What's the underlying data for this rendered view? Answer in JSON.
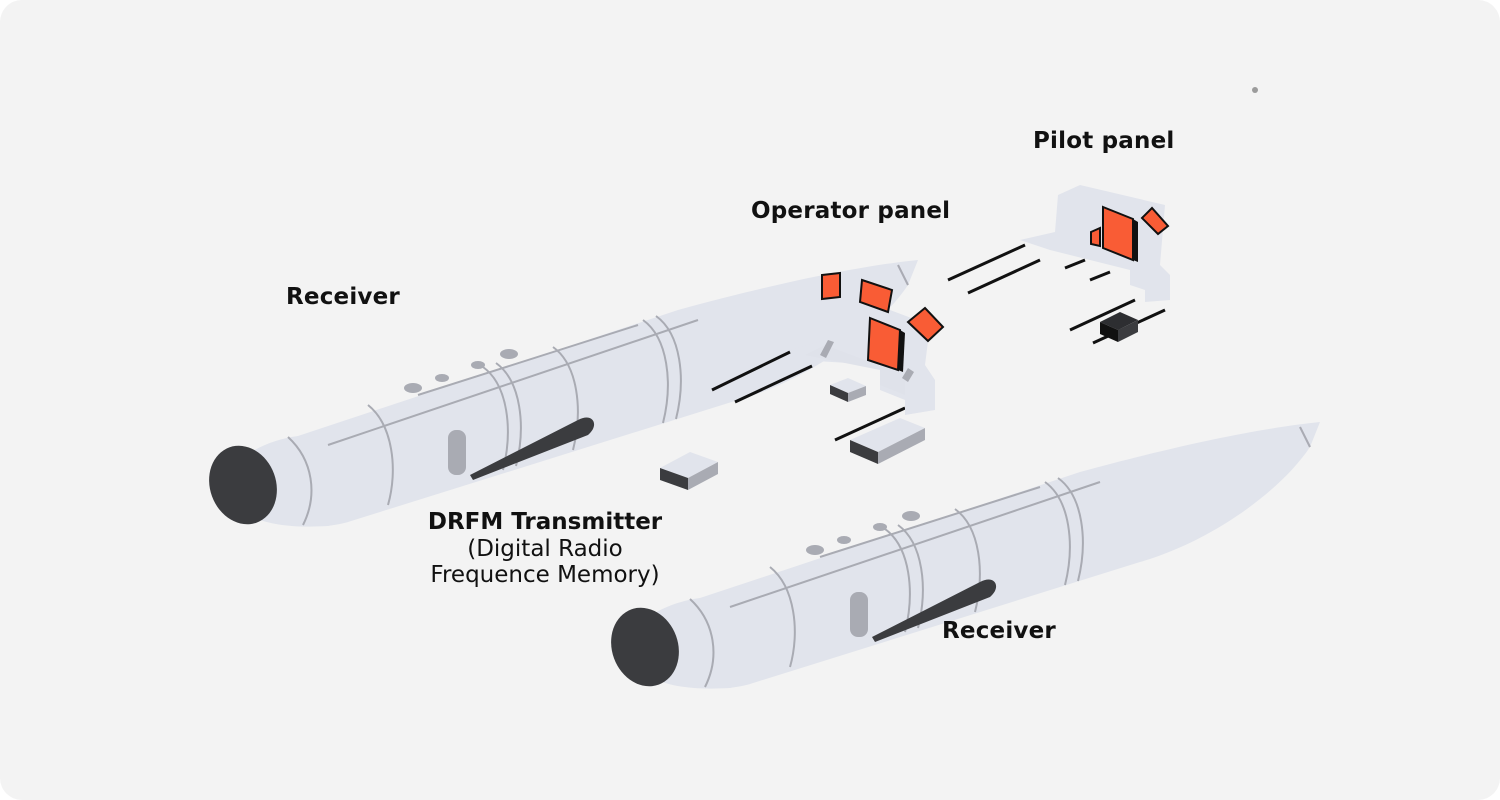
{
  "labels": {
    "receiver_top": "Receiver",
    "receiver_bottom": "Receiver",
    "operator_panel": "Operator panel",
    "pilot_panel": "Pilot panel",
    "drfm_title": "DRFM Transmitter",
    "drfm_sub_line1": "(Digital Radio",
    "drfm_sub_line2": "Frequence Memory)"
  },
  "colors": {
    "background": "#f3f3f3",
    "pod_body": "#e1e4ec",
    "pod_line": "#a9abb3",
    "pod_nose": "#3b3c3f",
    "accent_orange": "#f95c35",
    "dark": "#2d2e31"
  }
}
